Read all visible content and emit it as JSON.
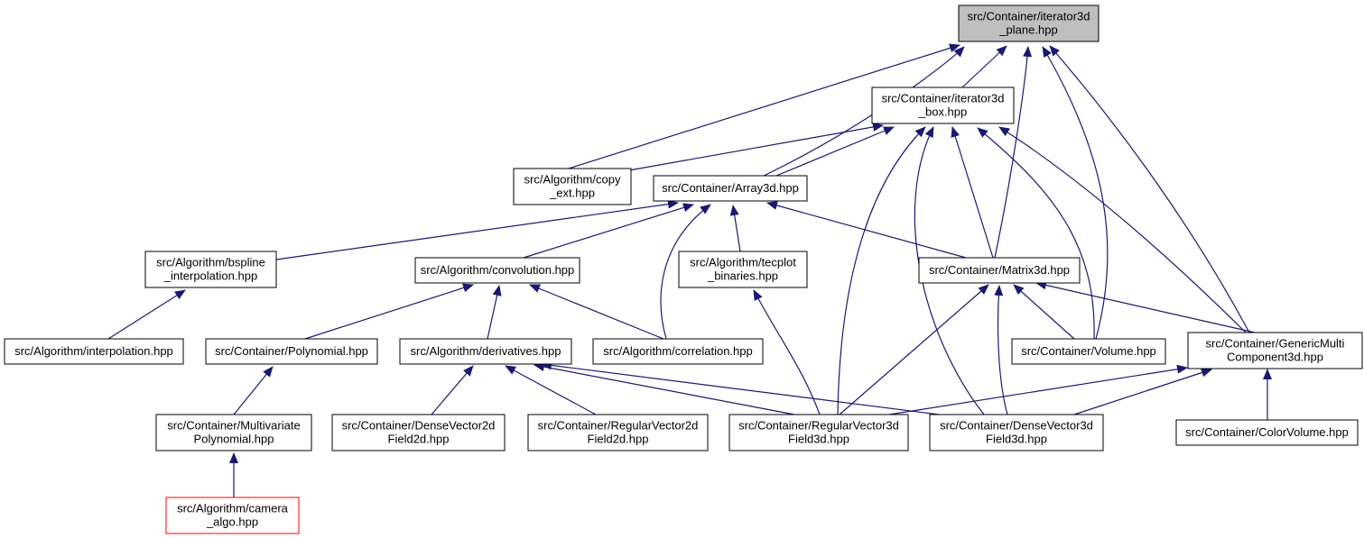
{
  "diagram": {
    "colors": {
      "edge": "#191970",
      "node_border": "#000000",
      "highlight_fill": "#bfbfbf",
      "red_border": "#ff0000",
      "background": "#ffffff"
    },
    "nodes": [
      {
        "id": "iter_plane",
        "lines": [
          "src/Container/iterator3d",
          "_plane.hpp"
        ],
        "style": "highlight"
      },
      {
        "id": "iter_box",
        "lines": [
          "src/Container/iterator3d",
          "_box.hpp"
        ]
      },
      {
        "id": "copy_ext",
        "lines": [
          "src/Algorithm/copy",
          "_ext.hpp"
        ]
      },
      {
        "id": "array3d",
        "lines": [
          "src/Container/Array3d.hpp"
        ]
      },
      {
        "id": "bspline",
        "lines": [
          "src/Algorithm/bspline",
          "_interpolation.hpp"
        ]
      },
      {
        "id": "convolution",
        "lines": [
          "src/Algorithm/convolution.hpp"
        ]
      },
      {
        "id": "tecplot",
        "lines": [
          "src/Algorithm/tecplot",
          "_binaries.hpp"
        ]
      },
      {
        "id": "matrix3d",
        "lines": [
          "src/Container/Matrix3d.hpp"
        ]
      },
      {
        "id": "interpolation",
        "lines": [
          "src/Algorithm/interpolation.hpp"
        ]
      },
      {
        "id": "polynomial",
        "lines": [
          "src/Container/Polynomial.hpp"
        ]
      },
      {
        "id": "derivatives",
        "lines": [
          "src/Algorithm/derivatives.hpp"
        ]
      },
      {
        "id": "correlation",
        "lines": [
          "src/Algorithm/correlation.hpp"
        ]
      },
      {
        "id": "volume",
        "lines": [
          "src/Container/Volume.hpp"
        ]
      },
      {
        "id": "generic",
        "lines": [
          "src/Container/GenericMulti",
          "Component3d.hpp"
        ]
      },
      {
        "id": "multipoly",
        "lines": [
          "src/Container/Multivariate",
          "Polynomial.hpp"
        ]
      },
      {
        "id": "dense2d",
        "lines": [
          "src/Container/DenseVector2d",
          "Field2d.hpp"
        ]
      },
      {
        "id": "regular2d",
        "lines": [
          "src/Container/RegularVector2d",
          "Field2d.hpp"
        ]
      },
      {
        "id": "regular3d",
        "lines": [
          "src/Container/RegularVector3d",
          "Field3d.hpp"
        ]
      },
      {
        "id": "dense3d",
        "lines": [
          "src/Container/DenseVector3d",
          "Field3d.hpp"
        ]
      },
      {
        "id": "colorvolume",
        "lines": [
          "src/Container/ColorVolume.hpp"
        ]
      },
      {
        "id": "camera",
        "lines": [
          "src/Algorithm/camera",
          "_algo.hpp"
        ],
        "style": "red"
      }
    ],
    "edges": [
      {
        "from": "iter_box",
        "to": "iter_plane"
      },
      {
        "from": "copy_ext",
        "to": "iter_plane"
      },
      {
        "from": "array3d",
        "to": "iter_plane"
      },
      {
        "from": "matrix3d",
        "to": "iter_plane"
      },
      {
        "from": "volume",
        "to": "iter_plane"
      },
      {
        "from": "generic",
        "to": "iter_plane"
      },
      {
        "from": "copy_ext",
        "to": "iter_box"
      },
      {
        "from": "array3d",
        "to": "iter_box"
      },
      {
        "from": "matrix3d",
        "to": "iter_box"
      },
      {
        "from": "volume",
        "to": "iter_box"
      },
      {
        "from": "generic",
        "to": "iter_box"
      },
      {
        "from": "regular3d",
        "to": "iter_box"
      },
      {
        "from": "dense3d",
        "to": "iter_box"
      },
      {
        "from": "bspline",
        "to": "array3d"
      },
      {
        "from": "convolution",
        "to": "array3d"
      },
      {
        "from": "tecplot",
        "to": "array3d"
      },
      {
        "from": "correlation",
        "to": "array3d"
      },
      {
        "from": "matrix3d",
        "to": "array3d"
      },
      {
        "from": "interpolation",
        "to": "bspline"
      },
      {
        "from": "polynomial",
        "to": "convolution"
      },
      {
        "from": "derivatives",
        "to": "convolution"
      },
      {
        "from": "correlation",
        "to": "convolution"
      },
      {
        "from": "regular3d",
        "to": "tecplot"
      },
      {
        "from": "volume",
        "to": "matrix3d"
      },
      {
        "from": "generic",
        "to": "matrix3d"
      },
      {
        "from": "regular3d",
        "to": "matrix3d"
      },
      {
        "from": "dense3d",
        "to": "matrix3d"
      },
      {
        "from": "multipoly",
        "to": "polynomial"
      },
      {
        "from": "dense2d",
        "to": "derivatives"
      },
      {
        "from": "regular2d",
        "to": "derivatives"
      },
      {
        "from": "regular3d",
        "to": "derivatives"
      },
      {
        "from": "dense3d",
        "to": "derivatives"
      },
      {
        "from": "regular3d",
        "to": "generic"
      },
      {
        "from": "dense3d",
        "to": "generic"
      },
      {
        "from": "colorvolume",
        "to": "generic"
      },
      {
        "from": "camera",
        "to": "multipoly"
      }
    ]
  }
}
